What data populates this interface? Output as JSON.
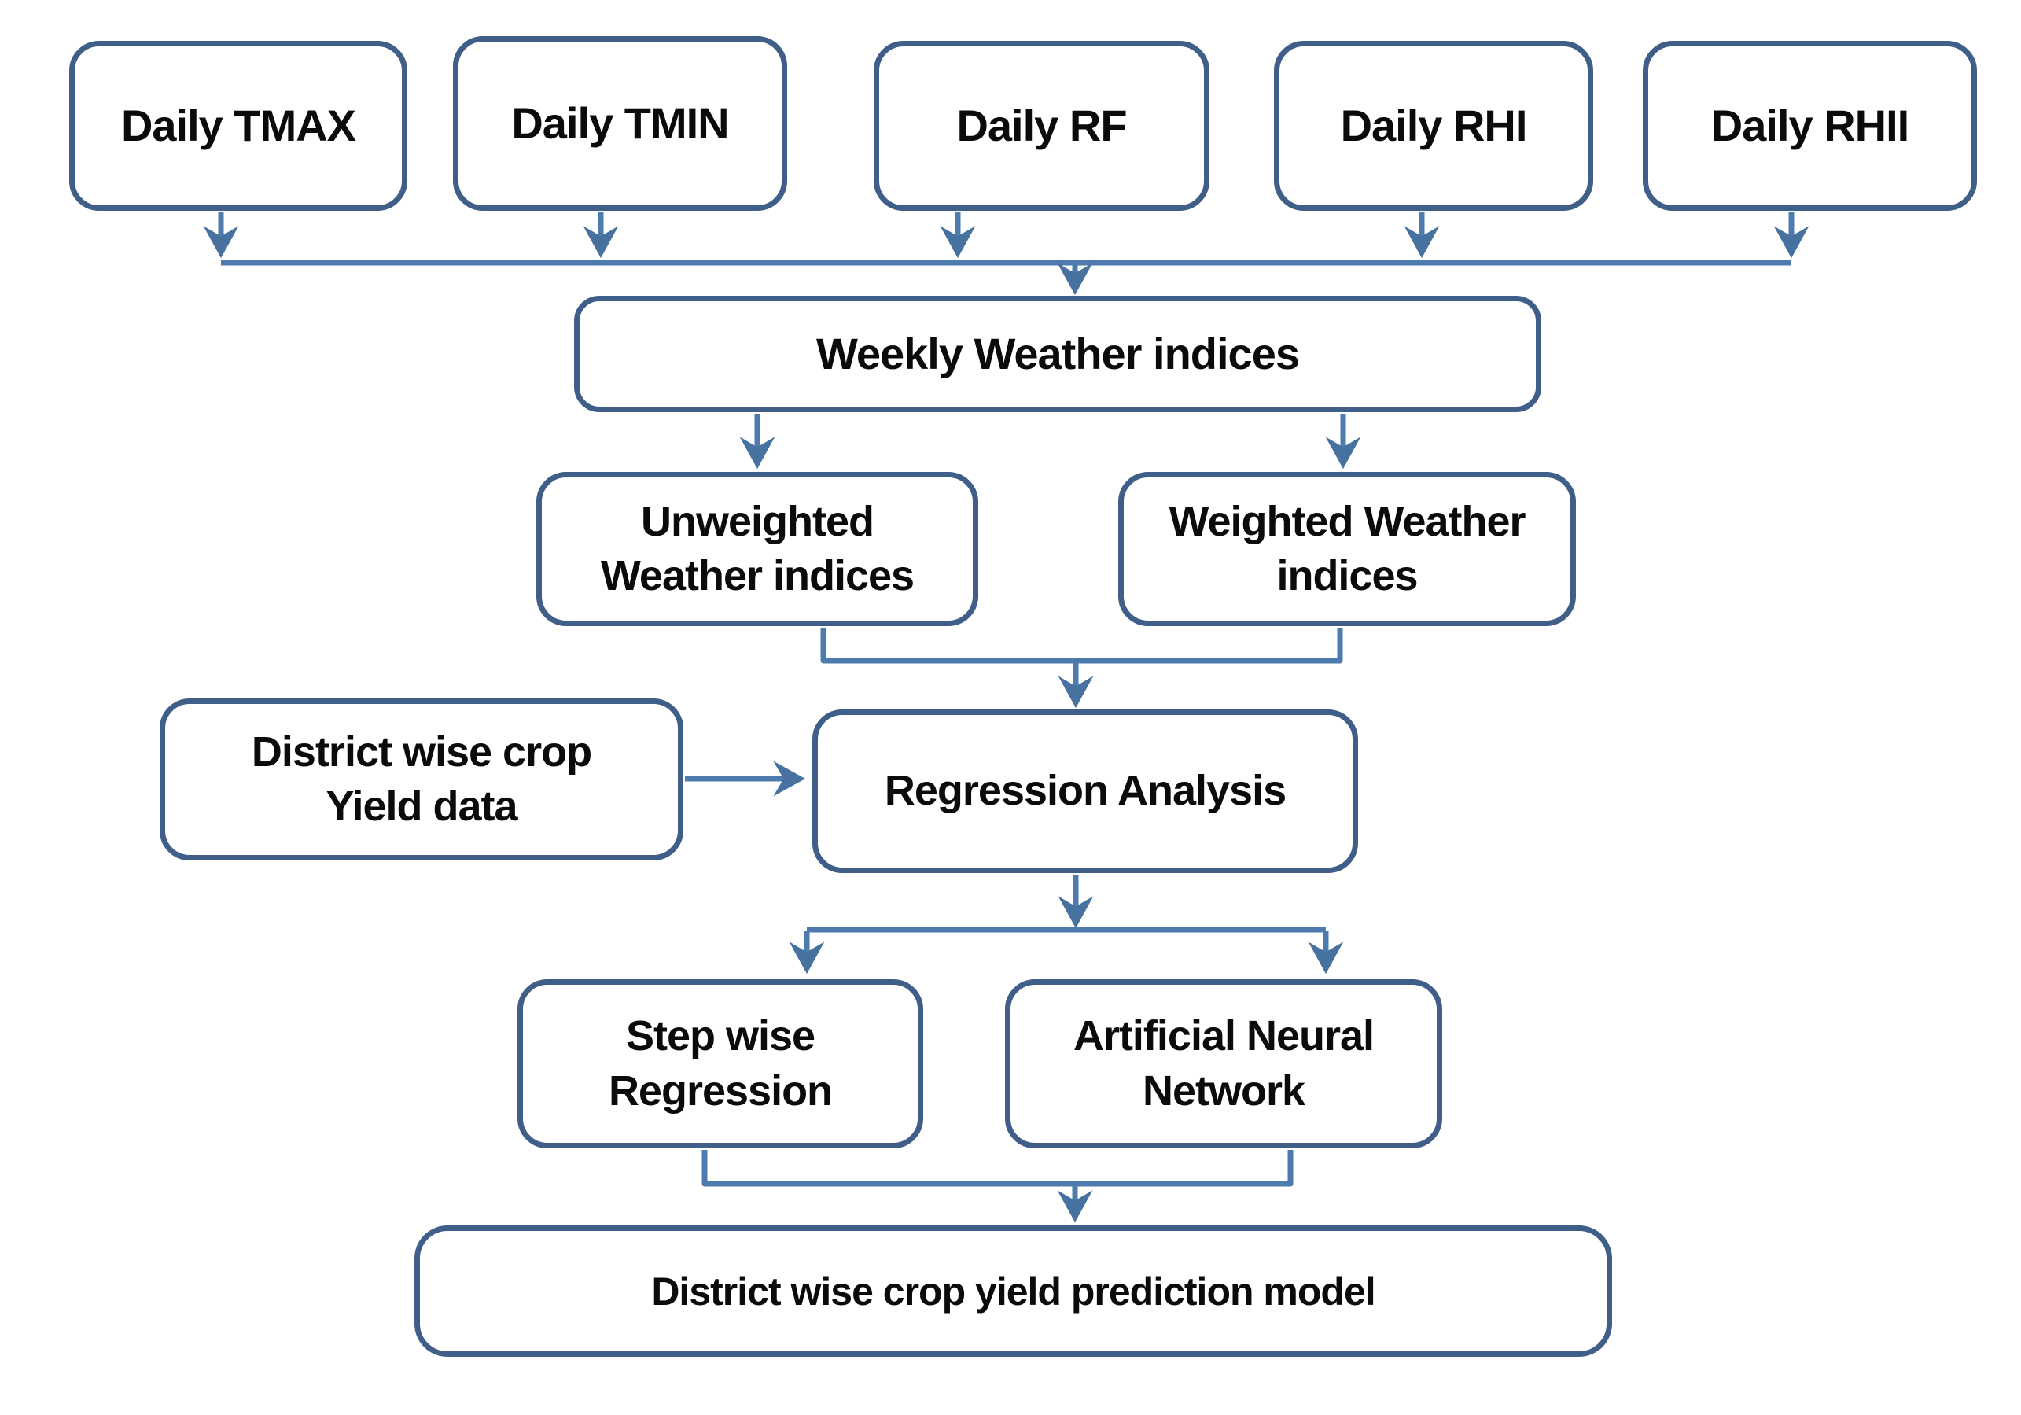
{
  "diagram": {
    "type": "flowchart",
    "colors": {
      "box_border": "#3f5f88",
      "connector": "#4e7bae",
      "arrowhead": "#47719f",
      "text": "#0b0b0b",
      "background": "#ffffff"
    },
    "nodes": {
      "daily_tmax": {
        "label": "Daily TMAX"
      },
      "daily_tmin": {
        "label": "Daily TMIN"
      },
      "daily_rf": {
        "label": "Daily RF"
      },
      "daily_rhi": {
        "label": "Daily RHI"
      },
      "daily_rhii": {
        "label": "Daily RHII"
      },
      "weekly_weather": {
        "label": "Weekly Weather indices"
      },
      "unweighted": {
        "label": "Unweighted\nWeather indices"
      },
      "weighted": {
        "label": "Weighted Weather\nindices"
      },
      "district_yield": {
        "label": "District wise crop\nYield data"
      },
      "regression": {
        "label": "Regression Analysis"
      },
      "stepwise": {
        "label": "Step wise\nRegression"
      },
      "ann": {
        "label": "Artificial Neural\nNetwork"
      },
      "prediction": {
        "label": "District wise crop yield prediction model"
      }
    },
    "edges": [
      {
        "from": "daily_tmax",
        "to": "weekly_weather"
      },
      {
        "from": "daily_tmin",
        "to": "weekly_weather"
      },
      {
        "from": "daily_rf",
        "to": "weekly_weather"
      },
      {
        "from": "daily_rhi",
        "to": "weekly_weather"
      },
      {
        "from": "daily_rhii",
        "to": "weekly_weather"
      },
      {
        "from": "weekly_weather",
        "to": "unweighted"
      },
      {
        "from": "weekly_weather",
        "to": "weighted"
      },
      {
        "from": "unweighted",
        "to": "regression"
      },
      {
        "from": "weighted",
        "to": "regression"
      },
      {
        "from": "district_yield",
        "to": "regression"
      },
      {
        "from": "regression",
        "to": "stepwise"
      },
      {
        "from": "regression",
        "to": "ann"
      },
      {
        "from": "stepwise",
        "to": "prediction"
      },
      {
        "from": "ann",
        "to": "prediction"
      }
    ]
  }
}
